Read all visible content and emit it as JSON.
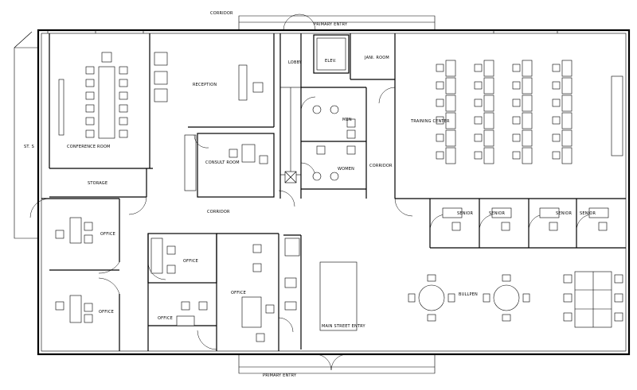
{
  "labels": {
    "entry_top": "PRIMARY ENTRY",
    "entry_bottom": "PRIMARY ENTRY",
    "elevator": "ELEV.",
    "lobby": "LOBBY",
    "janitor": "JANI. ROOM",
    "men": "MEN",
    "women": "WOMEN",
    "corridor_right": "CORRIDOR",
    "corridor_top": "CORRIDOR",
    "corridor_mid": "CORRIDOR",
    "reception": "RECEPTION",
    "conference_room": "CONFERENCE ROOM",
    "consult_room": "CONSULT ROOM",
    "storage": "STORAGE",
    "office_1": "OFFICE",
    "office_2": "OFFICE",
    "office_3": "OFFICE",
    "office_4": "OFFICE",
    "office_5": "OFFICE",
    "training_center": "TRAINING CENTER",
    "senior_1": "SENIOR",
    "senior_2": "SENIOR",
    "senior_3": "SENIOR",
    "senior_4": "SENIOR",
    "bullpen": "BULLPEN",
    "main_street_entry": "MAIN STREET ENTRY",
    "side_label": "ST. S"
  }
}
